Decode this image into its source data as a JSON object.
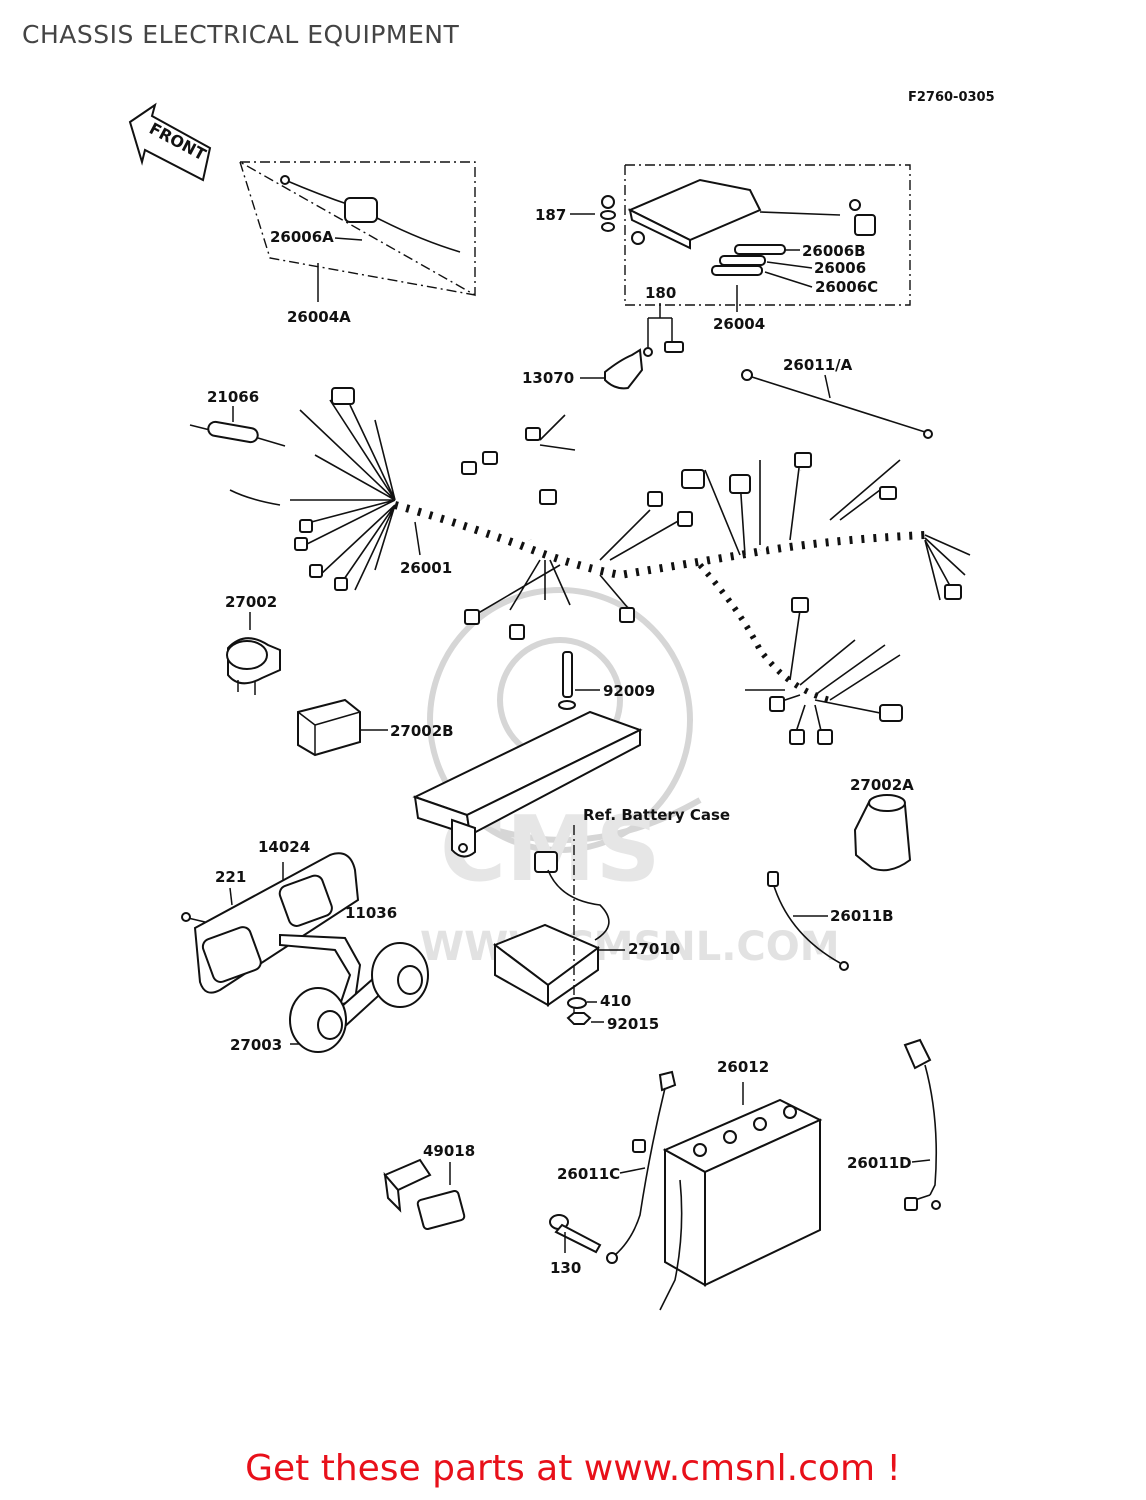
{
  "page_title": "CHASSIS ELECTRICAL EQUIPMENT",
  "figure_code": "F2760-0305",
  "front_label": "FRONT",
  "ref_label": "Ref. Battery Case",
  "watermark": "WWW.CMSNL.COM",
  "footer_banner": "Get these parts at www.cmsnl.com !",
  "parts": {
    "p187": "187",
    "p26006A": "26006A",
    "p26004A": "26004A",
    "p26006B": "26006B",
    "p26006": "26006",
    "p26006C": "26006C",
    "p26004": "26004",
    "p180": "180",
    "p13070": "13070",
    "p26011A": "26011/A",
    "p21066": "21066",
    "p26001": "26001",
    "p27002": "27002",
    "p92009": "92009",
    "p27002B": "27002B",
    "p27002A": "27002A",
    "p14024": "14024",
    "p221": "221",
    "p11036": "11036",
    "p26011B": "26011B",
    "p27010": "27010",
    "p410": "410",
    "p92015": "92015",
    "p27003": "27003",
    "p26012": "26012",
    "p49018": "49018",
    "p26011C": "26011C",
    "p26011D": "26011D",
    "p130": "130"
  }
}
